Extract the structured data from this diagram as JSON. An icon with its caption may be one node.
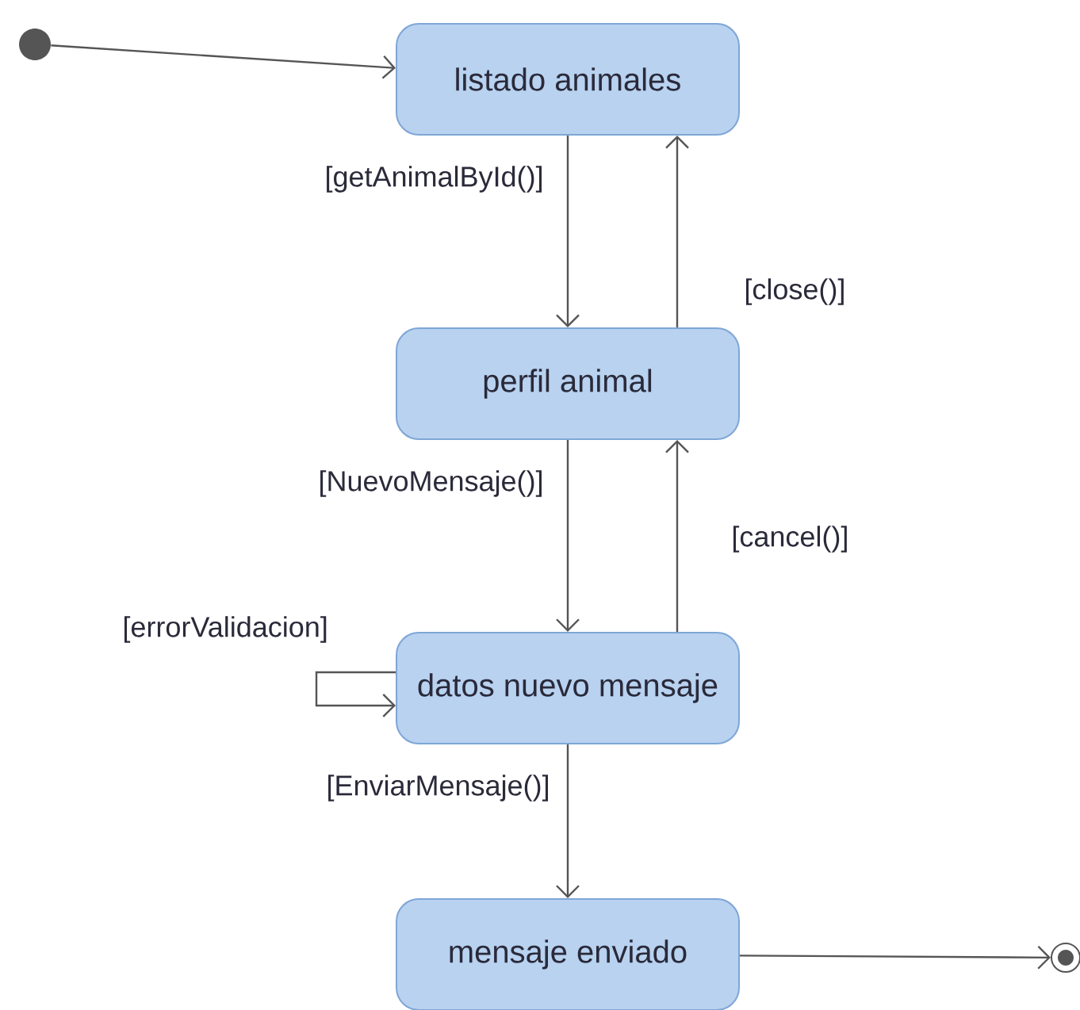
{
  "diagram": {
    "nodes": [
      {
        "text": [],
        "shape": "circle"
      },
      {
        "text": [
          "listado animales"
        ]
      },
      {
        "text": [
          "perfil animal"
        ]
      },
      {
        "text": [
          "datos nuevo mensaje"
        ]
      },
      {
        "text": [
          "mensaje enviado"
        ]
      },
      {
        "text": [],
        "shape": "circle"
      }
    ],
    "edges": [
      {
        "from": 0,
        "to": 1,
        "arrow": "to"
      },
      {
        "from": 1,
        "to": 2,
        "arrow": "to",
        "label": "[getAnimalById()]"
      },
      {
        "from": 2,
        "to": 1,
        "arrow": "to",
        "label": "[close()]"
      },
      {
        "from": 2,
        "to": 3,
        "arrow": "to",
        "label": "[NuevoMensaje()]"
      },
      {
        "from": 3,
        "to": 2,
        "arrow": "to",
        "label": "[cancel()]"
      },
      {
        "from": 3,
        "to": 3,
        "arrow": "to",
        "label": "[errorValidacion]"
      },
      {
        "from": 3,
        "to": 4,
        "arrow": "to",
        "label": "[EnviarMensaje()]"
      },
      {
        "from": 4,
        "to": 5,
        "arrow": "to"
      }
    ]
  }
}
